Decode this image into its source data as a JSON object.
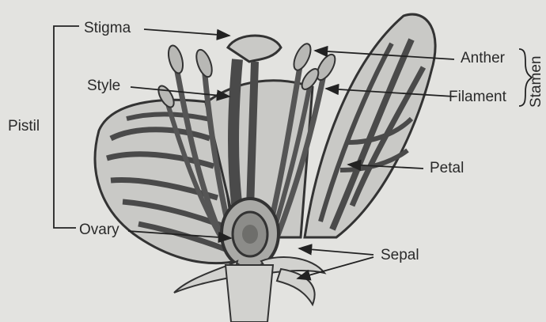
{
  "labels": {
    "stigma": "Stigma",
    "style": "Style",
    "pistil": "Pistil",
    "ovary": "Ovary",
    "anther": "Anther",
    "filament": "Filament",
    "stamen": "Stamen",
    "petal": "Petal",
    "sepal": "Sepal"
  },
  "colors": {
    "background": "#e3e3e0",
    "petal_fill": "#c9c9c6",
    "vein": "#4a4a4a",
    "outline": "#333333",
    "text": "#2a2a2a"
  }
}
